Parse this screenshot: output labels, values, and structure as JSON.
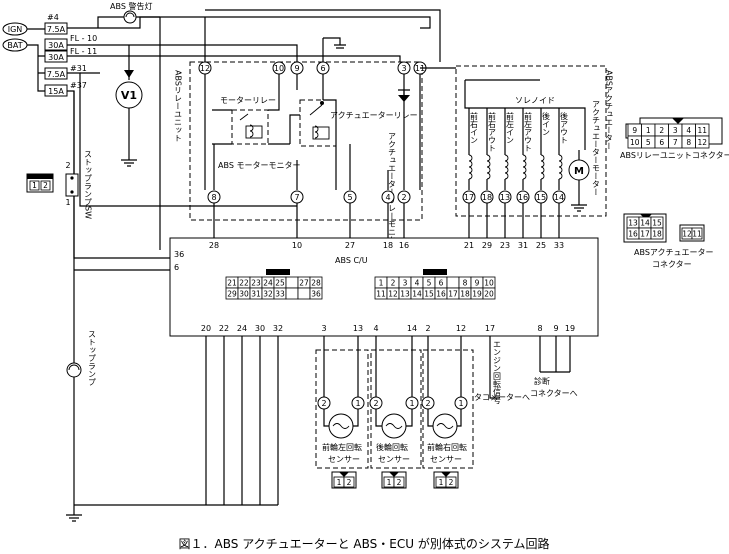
{
  "warning_lamp_label": "ABS 警告灯",
  "power": {
    "ign": "IGN",
    "bat": "BAT",
    "fuses": [
      "7.5A",
      "30A",
      "30A",
      "7.5A",
      "15A"
    ],
    "fuse_refs": [
      "#4",
      "FL - 10",
      "FL - 11",
      "#31",
      "#37"
    ]
  },
  "voltage_source_label": "V1",
  "stop_lamp_switch_label": "ストップランプSW",
  "stop_lamp_label": "ストップランプ",
  "stop_switch_connector_pins": [
    "1",
    "2"
  ],
  "stop_switch_pins": [
    "2",
    "1"
  ],
  "relay_unit": {
    "label": "ABSリレーユニット",
    "motor_relay": "モーターリレー",
    "actuator_relay": "アクチュエーターリレー",
    "motor_monitor": "ABS モーターモニター",
    "actuator_relay_monitor": "アクチュエーターリレーモニター",
    "top_pins": [
      "12",
      "10",
      "9",
      "6",
      "3",
      "11"
    ],
    "bottom_pins": [
      "8",
      "7",
      "5",
      "4",
      "2"
    ]
  },
  "actuator": {
    "label": "ABSアクチュエーター",
    "motor_label": "アクチュエーターモーター",
    "motor_symbol": "M",
    "solenoid_label": "ソレノイド",
    "solenoids": [
      "前右イン",
      "前右アウト",
      "前左イン",
      "前左アウト",
      "後イン",
      "後アウト"
    ],
    "pins": [
      "17",
      "18",
      "13",
      "16",
      "15",
      "14"
    ]
  },
  "relay_connector": {
    "label": "ABSリレーユニットコネクター",
    "pins": [
      "9",
      "1",
      "2",
      "3",
      "4",
      "11",
      "10",
      "5",
      "6",
      "7",
      "8",
      "12"
    ]
  },
  "actuator_connector": {
    "label_line1": "ABSアクチュエーター",
    "label_line2": "コネクター",
    "left_pins": [
      "13",
      "14",
      "15",
      "16",
      "17",
      "18"
    ],
    "right_pins": [
      "12",
      "11"
    ]
  },
  "cu": {
    "label": "ABS C/U",
    "top_pins": [
      "28",
      "10",
      "27",
      "18",
      "16",
      "21",
      "29",
      "23",
      "31",
      "25",
      "33"
    ],
    "left_pins": [
      "36",
      "6"
    ],
    "bottom_pins": [
      "20",
      "22",
      "24",
      "30",
      "32",
      "3",
      "13",
      "4",
      "14",
      "2",
      "12",
      "17",
      "8",
      "9",
      "19"
    ],
    "connector_a": [
      "21",
      "22",
      "23",
      "24",
      "25",
      "",
      "27",
      "28",
      "29",
      "30",
      "31",
      "32",
      "33",
      "",
      "",
      "36"
    ],
    "connector_b": [
      "1",
      "2",
      "3",
      "4",
      "5",
      "6",
      "",
      "8",
      "9",
      "10",
      "11",
      "12",
      "13",
      "14",
      "15",
      "16",
      "17",
      "18",
      "19",
      "20"
    ]
  },
  "sensors": [
    {
      "line1": "前輪左回転",
      "line2": "センサー",
      "pins": [
        "2",
        "1"
      ]
    },
    {
      "line1": "後輪回転",
      "line2": "センサー",
      "pins": [
        "2",
        "1"
      ]
    },
    {
      "line1": "前輪右回転",
      "line2": "センサー",
      "pins": [
        "2",
        "1"
      ]
    }
  ],
  "sensor_connector_pins": [
    "1",
    "2"
  ],
  "engine_signal": "エンジン回転信号",
  "tacho": "タコメーターへ",
  "diag_line1": "診断",
  "diag_line2": "コネクターへ",
  "caption": "図１．ABS アクチュエーターと ABS・ECU が別体式のシステム回路"
}
